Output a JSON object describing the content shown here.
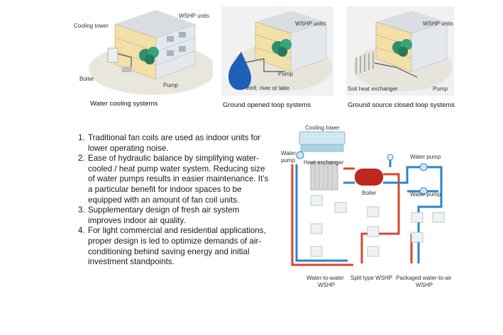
{
  "panels": [
    {
      "caption": "Water cooling systems",
      "labels": {
        "wshp": "WSHP  units",
        "cooling_tower": "Cooling tower",
        "boiler": "Boiler",
        "pump": "Pump"
      }
    },
    {
      "caption": "Ground opened loop systems",
      "labels": {
        "wshp": "WSHP units",
        "pump": "Pump",
        "source": "Well, river or lake"
      }
    },
    {
      "caption": "Ground source closed loop systems",
      "labels": {
        "wshp": "WSHP units",
        "soil": "Soil heat exchanger",
        "pump": "Pump"
      }
    }
  ],
  "features": [
    {
      "num": "1.",
      "text": "Traditional fan coils are used as indoor units for lower operating noise."
    },
    {
      "num": "2.",
      "text": " Ease of hydraulic balance by simplifying water-cooled / heat pump water system. Reducing size of water pumps results in easier maintenance. It’s a particular benefit for indoor spaces to be equipped with an amount of fan coil units."
    },
    {
      "num": "3.",
      "text": "Supplementary design of fresh air system improves indoor air quality."
    },
    {
      "num": "4.",
      "text": "For light commercial and residential applications, proper design is led to optimize demands of air-conditioning behind saving energy and initial investment standpoints."
    }
  ],
  "schematic": {
    "cooling_tower": "Cooling tower",
    "water_pump_left_1": "Water",
    "water_pump_left_2": "pump",
    "heat_exchanger": "Heat exchanger",
    "boiler": "Boiler",
    "water_pump_top": "Water pump",
    "water_pump_bottom": "Water pump",
    "wtw_1": "Water-to-water",
    "wtw_2": "WSHP",
    "split": "Split type WSHP",
    "pkg_1": "Packaged water-to-air",
    "pkg_2": "WSHP"
  },
  "colors": {
    "hot": "#d9462e",
    "cold": "#2a86c8",
    "plant": "#2f8f6a",
    "lake": "#1e5fb8",
    "wall": "#f3dfa8"
  }
}
